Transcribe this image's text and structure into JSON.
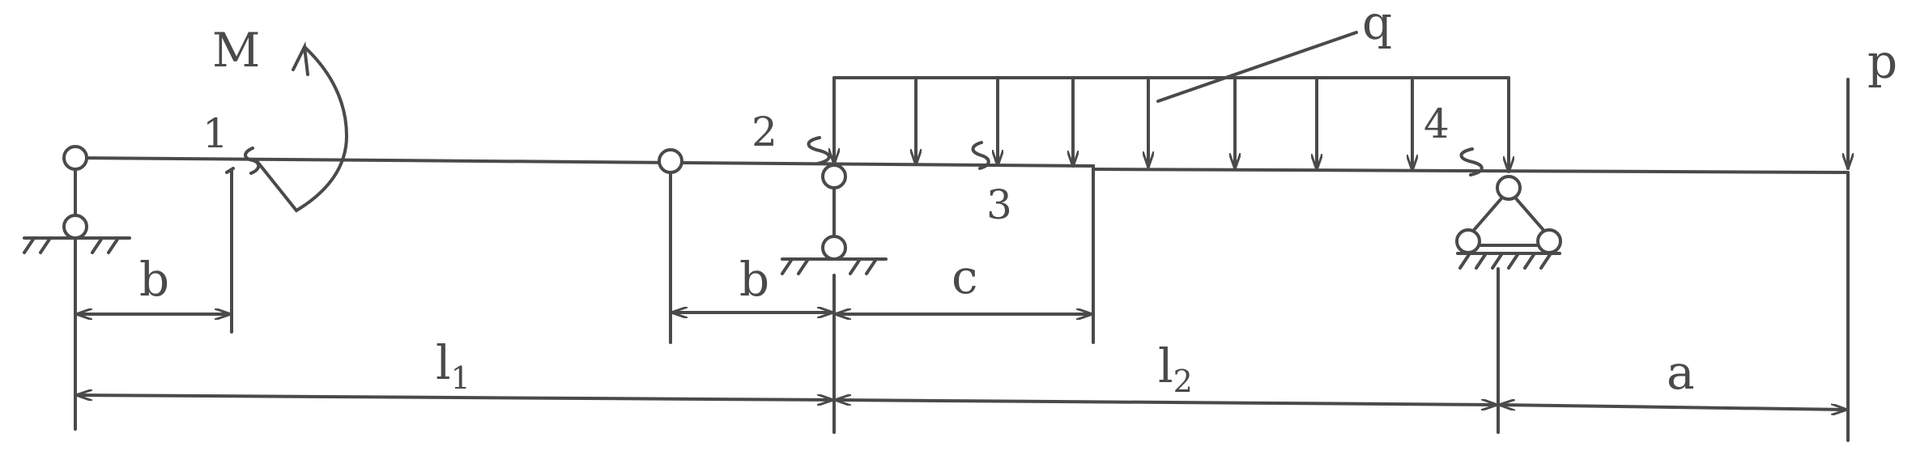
{
  "loads": {
    "moment": "M",
    "distributed": "q",
    "force": "p"
  },
  "sections": {
    "s1": "1",
    "s2": "2",
    "s3": "3",
    "s4": "4"
  },
  "dimensions": {
    "b_left": "b",
    "b_right": "b",
    "c": "c",
    "l1_base": "l",
    "l1_sub": "1",
    "l2_base": "l",
    "l2_sub": "2",
    "a": "a"
  },
  "colors": {
    "ink": "#4a4a4a",
    "background": "#ffffff"
  }
}
